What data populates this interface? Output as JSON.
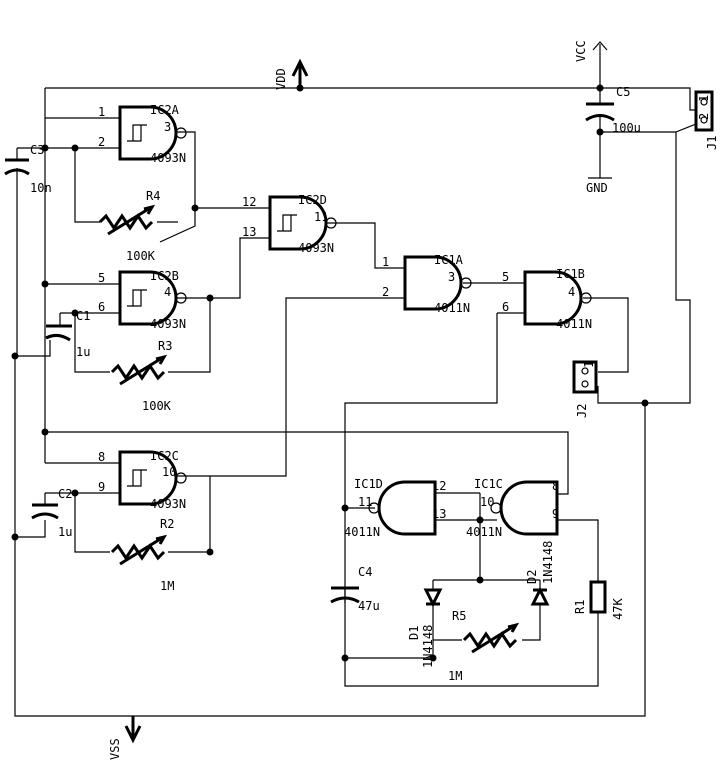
{
  "power": {
    "vdd": "VDD",
    "vss": "VSS",
    "vcc": "VCC",
    "gnd": "GND"
  },
  "components": {
    "ic2a": {
      "name": "IC2A",
      "part": "4093N",
      "pin_a": "1",
      "pin_b": "2",
      "pin_out": "3"
    },
    "ic2b": {
      "name": "IC2B",
      "part": "4093N",
      "pin_a": "5",
      "pin_b": "6",
      "pin_out": "4"
    },
    "ic2c": {
      "name": "IC2C",
      "part": "4093N",
      "pin_a": "8",
      "pin_b": "9",
      "pin_out": "10"
    },
    "ic2d": {
      "name": "IC2D",
      "part": "4093N",
      "pin_a": "12",
      "pin_b": "13",
      "pin_out": "11"
    },
    "ic1a": {
      "name": "IC1A",
      "part": "4011N",
      "pin_a": "1",
      "pin_b": "2",
      "pin_out": "3"
    },
    "ic1b": {
      "name": "IC1B",
      "part": "4011N",
      "pin_a": "5",
      "pin_b": "6",
      "pin_out": "4"
    },
    "ic1c": {
      "name": "IC1C",
      "part": "4011N",
      "pin_a": "8",
      "pin_b": "9",
      "pin_out": "10"
    },
    "ic1d": {
      "name": "IC1D",
      "part": "4011N",
      "pin_a": "12",
      "pin_b": "13",
      "pin_out": "11"
    },
    "c1": {
      "name": "C1",
      "value": "1u"
    },
    "c2": {
      "name": "C2",
      "value": "1u"
    },
    "c3": {
      "name": "C3",
      "value": "10n"
    },
    "c4": {
      "name": "C4",
      "value": "47u"
    },
    "c5": {
      "name": "C5",
      "value": "100u"
    },
    "r1": {
      "name": "R1",
      "value": "47K"
    },
    "r2": {
      "name": "R2",
      "value": "1M"
    },
    "r3": {
      "name": "R3",
      "value": "100K"
    },
    "r4": {
      "name": "R4",
      "value": "100K"
    },
    "r5": {
      "name": "R5",
      "value": "1M"
    },
    "d1": {
      "name": "D1",
      "part": "1N4148"
    },
    "d2": {
      "name": "D2",
      "part": "1N4148"
    },
    "j1": {
      "name": "J1",
      "pin1": "1",
      "pin2": "2"
    },
    "j2": {
      "name": "J2",
      "pin1": "1",
      "pin2": "2"
    }
  }
}
